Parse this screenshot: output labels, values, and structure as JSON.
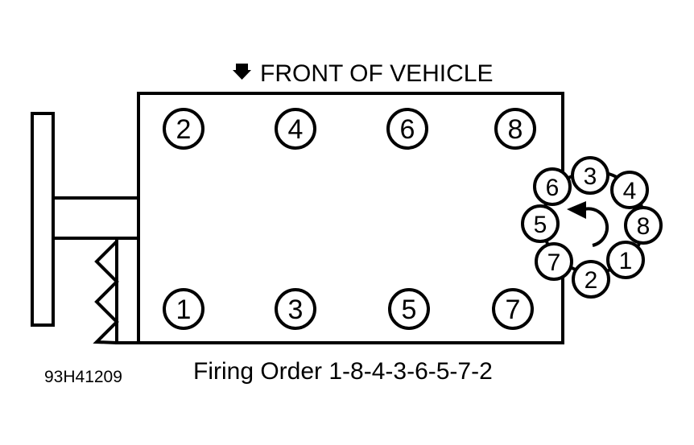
{
  "header": {
    "front_label": "FRONT OF VEHICLE",
    "front_icon": "down-arrow-icon"
  },
  "engine": {
    "top_row": [
      "2",
      "4",
      "6",
      "8"
    ],
    "bottom_row": [
      "1",
      "3",
      "5",
      "7"
    ]
  },
  "distributor": {
    "terminals": [
      "3",
      "4",
      "8",
      "1",
      "2",
      "7",
      "5",
      "6"
    ],
    "rotation": "counterclockwise"
  },
  "footer": {
    "figure_id": "93H41209",
    "firing_order": "Firing Order 1-8-4-3-6-5-7-2"
  }
}
